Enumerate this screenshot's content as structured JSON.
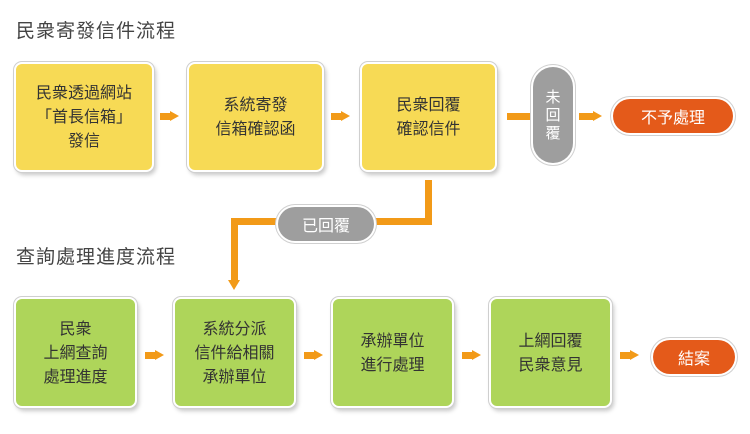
{
  "section1": {
    "title": "民衆寄發信件流程"
  },
  "section2": {
    "title": "查詢處理進度流程"
  },
  "flow1": {
    "step1": "民衆透過網站\n「首長信箱」\n發信",
    "step2": "系統寄發\n信箱確認函",
    "step3": "民衆回覆\n確認信件",
    "no_reply": "未\n回\n覆",
    "reject": "不予處理",
    "replied": "已回覆"
  },
  "flow2": {
    "step1": "民衆\n上網查詢\n處理進度",
    "step2": "系統分派\n信件給相關\n承辦單位",
    "step3": "承辦單位\n進行處理",
    "step4": "上網回覆\n民衆意見",
    "end": "結案"
  },
  "colors": {
    "yellow": "#f7da55",
    "green": "#aed55a",
    "orange": "#f29a18",
    "red_pill": "#e45a1a",
    "gray_pill": "#9e9e9e"
  }
}
